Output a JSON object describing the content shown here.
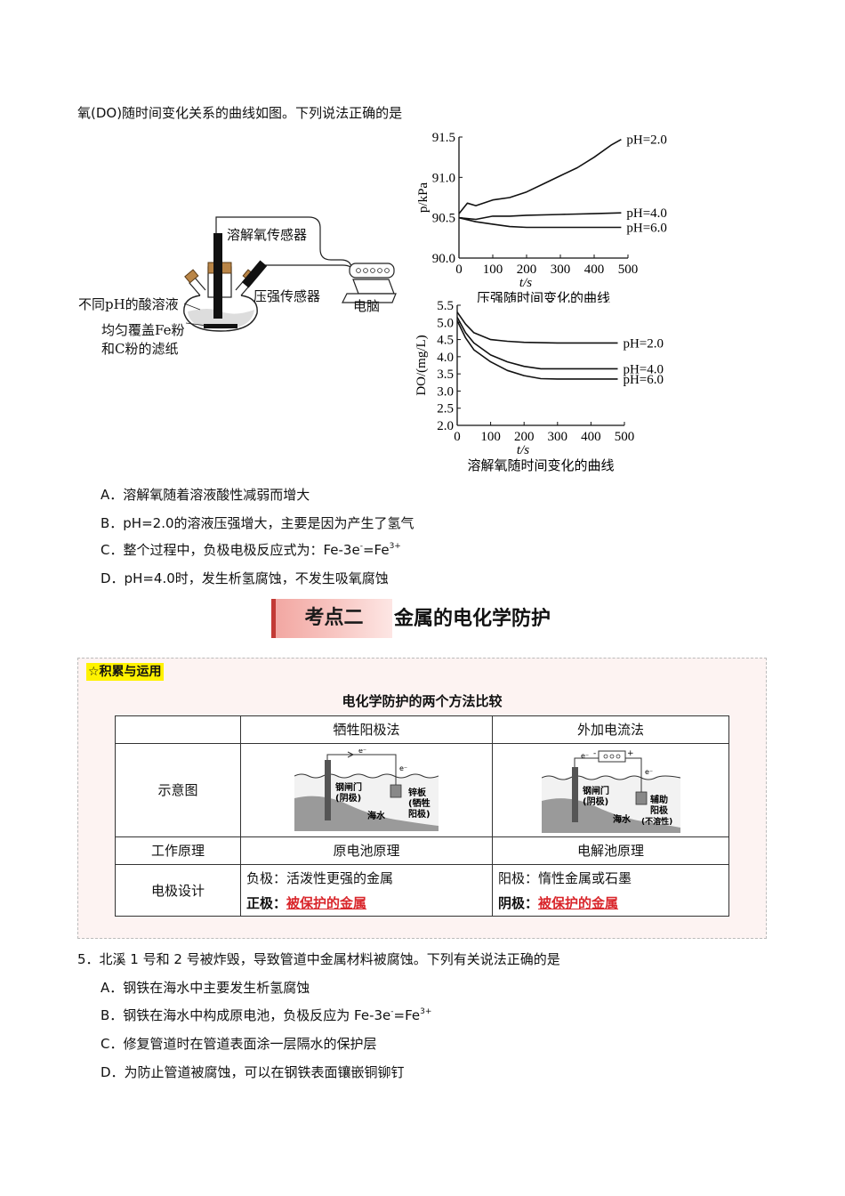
{
  "q4": {
    "stem": "氧(DO)随时间变化关系的曲线如图。下列说法正确的是",
    "apparatus": {
      "sensor_do": "溶解氧传感器",
      "sensor_p": "压强传感器",
      "acid": "不同pH的酸溶液",
      "paper_line1": "均匀覆盖Fe粉",
      "paper_line2": "和C粉的滤纸",
      "computer": "电脑"
    },
    "options": {
      "A": "A．溶解氧随着溶液酸性减弱而增大",
      "B": "B．pH=2.0的溶液压强增大，主要是因为产生了氢气",
      "C_pre": "C．整个过程中，负极电极反应式为：Fe-3e",
      "C_sup1": "-",
      "C_mid": "=Fe",
      "C_sup2": "3+",
      "D": "D．pH=4.0时，发生析氢腐蚀，不发生吸氧腐蚀"
    }
  },
  "chart_data": [
    {
      "type": "line",
      "title": "压强随时间变化的曲线",
      "xlabel": "t/s",
      "ylabel": "p/kPa",
      "xlim": [
        0,
        500
      ],
      "ylim": [
        90.0,
        91.5
      ],
      "xticks": [
        "0",
        "100",
        "200",
        "300",
        "400",
        "500"
      ],
      "yticks": [
        "90.0",
        "90.5",
        "91.0",
        "91.5"
      ],
      "series": [
        {
          "name": "pH=2.0",
          "x": [
            0,
            25,
            50,
            100,
            150,
            200,
            250,
            300,
            350,
            400,
            450,
            480
          ],
          "y": [
            90.55,
            90.68,
            90.65,
            90.72,
            90.75,
            90.82,
            90.92,
            91.02,
            91.12,
            91.25,
            91.4,
            91.47
          ]
        },
        {
          "name": "pH=4.0",
          "x": [
            0,
            50,
            100,
            150,
            200,
            300,
            400,
            480
          ],
          "y": [
            90.5,
            90.48,
            90.52,
            90.52,
            90.53,
            90.54,
            90.55,
            90.56
          ]
        },
        {
          "name": "pH=6.0",
          "x": [
            0,
            50,
            100,
            150,
            200,
            300,
            400,
            480
          ],
          "y": [
            90.5,
            90.45,
            90.42,
            90.39,
            90.38,
            90.38,
            90.38,
            90.38
          ]
        }
      ]
    },
    {
      "type": "line",
      "title": "溶解氧随时间变化的曲线",
      "xlabel": "t/s",
      "ylabel": "DO/(mg/L)",
      "xlim": [
        0,
        500
      ],
      "ylim": [
        2.0,
        5.5
      ],
      "xticks": [
        "0",
        "100",
        "200",
        "300",
        "400",
        "500"
      ],
      "yticks": [
        "2.0",
        "2.5",
        "3.0",
        "3.5",
        "4.0",
        "4.5",
        "5.0",
        "5.5"
      ],
      "series": [
        {
          "name": "pH=2.0",
          "x": [
            0,
            25,
            50,
            100,
            150,
            200,
            300,
            400,
            480
          ],
          "y": [
            5.3,
            4.95,
            4.7,
            4.5,
            4.45,
            4.42,
            4.4,
            4.4,
            4.4
          ]
        },
        {
          "name": "pH=4.0",
          "x": [
            0,
            25,
            50,
            100,
            150,
            200,
            250,
            300,
            400,
            480
          ],
          "y": [
            5.15,
            4.7,
            4.4,
            4.05,
            3.85,
            3.72,
            3.65,
            3.65,
            3.65,
            3.65
          ]
        },
        {
          "name": "pH=6.0",
          "x": [
            0,
            25,
            50,
            100,
            150,
            200,
            250,
            300,
            400,
            480
          ],
          "y": [
            5.05,
            4.55,
            4.2,
            3.85,
            3.6,
            3.45,
            3.36,
            3.35,
            3.35,
            3.35
          ]
        }
      ]
    }
  ],
  "section": {
    "badge": "考点二",
    "title": "金属的电化学防护"
  },
  "box": {
    "tag": "☆积累与运用",
    "table_title": "电化学防护的两个方法比较",
    "col1": "牺牲阳极法",
    "col2": "外加电流法",
    "row_diagram": "示意图",
    "row_principle": "工作原理",
    "principle1": "原电池原理",
    "principle2": "电解池原理",
    "row_electrode": "电极设计",
    "neg_label": "负极：",
    "neg_text": "活泼性更强的金属",
    "pos_label": "正极：",
    "pos_text": "被保护的金属",
    "anode_label": "阳极：",
    "anode_text": "惰性金属或石墨",
    "cathode_label": "阴极：",
    "cathode_text": "被保护的金属",
    "diagram1": {
      "gate1": "钢闸门",
      "gate2": "(阴极)",
      "sea": "海水",
      "e1": "e⁻",
      "e2": "e⁻",
      "plate1": "锌板",
      "plate2": "(牺牲",
      "plate3": "阳极)"
    },
    "diagram2": {
      "gate1": "钢闸门",
      "gate2": "(阴极)",
      "sea": "海水",
      "e1": "e⁻",
      "e2": "e⁻",
      "minus": "-",
      "plus": "+",
      "aux1": "辅助",
      "aux2": "阳极",
      "aux3": "(不溶性)"
    }
  },
  "q5": {
    "stem": "5．北溪 1 号和 2 号被炸毁，导致管道中金属材料被腐蚀。下列有关说法正确的是",
    "options": {
      "A": "A．钢铁在海水中主要发生析氢腐蚀",
      "B_pre": "B．钢铁在海水中构成原电池，负极反应为 Fe-3e",
      "B_sup1": "-",
      "B_mid": "=Fe",
      "B_sup2": "3+",
      "C": "C．修复管道时在管道表面涂一层隔水的保护层",
      "D": "D．为防止管道被腐蚀，可以在钢铁表面镶嵌铜铆钉"
    }
  }
}
